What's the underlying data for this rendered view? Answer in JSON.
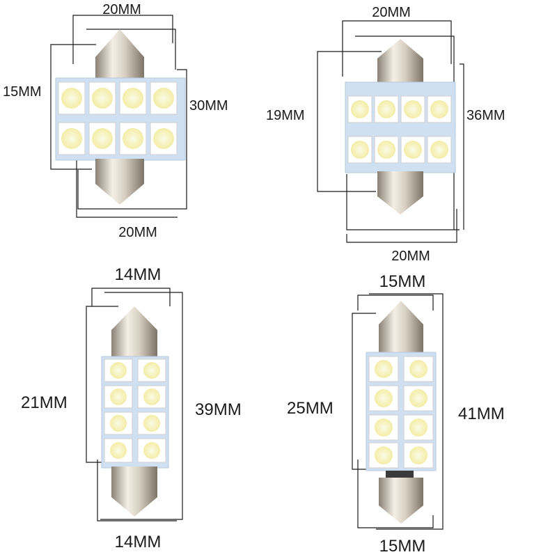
{
  "colors": {
    "background": "#ffffff",
    "metal_light": "#e9e2d6",
    "metal_dark": "#8a8174",
    "pcb": "#cfe0f3",
    "led_yellow": "#f2ea9a",
    "led_white": "#fbfbe6",
    "line": "#1a1a1a"
  },
  "bulbs": [
    {
      "key": "b31",
      "led_rows": 2,
      "led_cols": 4,
      "labels": {
        "top": "20MM",
        "bottom": "20MM",
        "left": "15MM",
        "right": "30MM"
      }
    },
    {
      "key": "b36",
      "led_rows": 2,
      "led_cols": 4,
      "labels": {
        "top": "20MM",
        "bottom": "20MM",
        "left": "19MM",
        "right": "36MM"
      }
    },
    {
      "key": "b39",
      "led_rows": 4,
      "led_cols": 2,
      "labels": {
        "top": "14MM",
        "bottom": "14MM",
        "left": "21MM",
        "right": "39MM"
      }
    },
    {
      "key": "b41",
      "led_rows": 4,
      "led_cols": 2,
      "labels": {
        "top": "15MM",
        "bottom": "15MM",
        "left": "25MM",
        "right": "41MM"
      }
    }
  ]
}
